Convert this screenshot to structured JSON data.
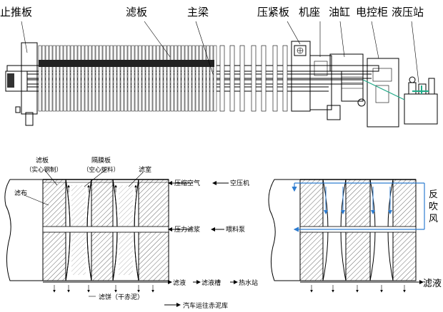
{
  "top_labels": {
    "tail_plate": "止推板",
    "filter_plate": "滤板",
    "main_beam": "主梁",
    "press_plate": "压紧板",
    "machine_base": "机座",
    "oil_cylinder": "油缸",
    "control_cabinet": "电控柜",
    "hydraulic_station": "液压站"
  },
  "left_diagram": {
    "filter_plate_line1": "滤板",
    "filter_plate_line2": "（实心钢制）",
    "membrane_plate_line1": "隔膜板",
    "membrane_plate_line2": "（空心塑料）",
    "chamber": "滤室",
    "cloth": "滤布",
    "compressed_air": "压缩空气",
    "air_compressor": "空压机",
    "pressure_slurry": "压力滤浆",
    "feed_pump": "喂料泵",
    "filtrate": "滤液",
    "filtrate_tank": "滤液槽",
    "hot_water_station": "热水站",
    "cake": "滤饼（干赤泥）",
    "truck": "汽车运往赤泥库"
  },
  "right_diagram": {
    "blowback_1": "反",
    "blowback_2": "吹",
    "blowback_3": "风",
    "filtrate": "滤液"
  },
  "colors": {
    "line": "#000000",
    "accent": "#2e7dd1",
    "hatch": "#444444"
  }
}
